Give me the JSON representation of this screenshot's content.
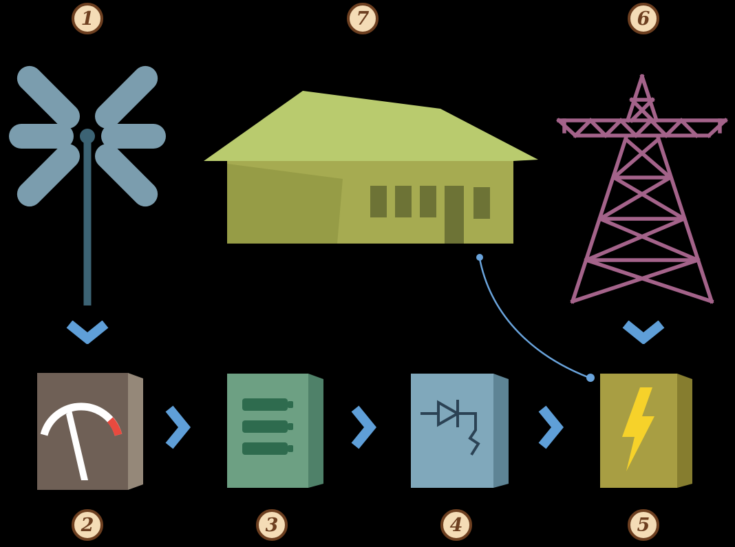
{
  "diagram": {
    "title": "wind energy home power system flow diagram",
    "badges": [
      {
        "id": "turbine",
        "label": "1"
      },
      {
        "id": "meter",
        "label": "2"
      },
      {
        "id": "battery",
        "label": "3"
      },
      {
        "id": "diode",
        "label": "4"
      },
      {
        "id": "power",
        "label": "5"
      },
      {
        "id": "tower",
        "label": "6"
      },
      {
        "id": "house",
        "label": "7"
      }
    ],
    "icons": [
      "wind-turbine-icon",
      "gauge-meter-icon",
      "battery-bank-icon",
      "diode-rectifier-icon",
      "lightning-power-icon",
      "transmission-tower-icon",
      "house-icon",
      "down-arrow-icon",
      "right-arrow-icon",
      "curved-connector-line"
    ],
    "colors": {
      "background": "#000000",
      "badge_fill": "#f4dcb6",
      "badge_border": "#6d3f20",
      "badge_text": "#6d3f20",
      "arrow": "#5f9fd8",
      "turbine_blade": "#7b9dae",
      "turbine_pole": "#3c6374",
      "house_roof": "#b9cb6e",
      "house_wall": "#a6ab51",
      "house_wall_shadow": "#969c46",
      "house_window": "#6d7336",
      "tower": "#a4638a",
      "meter_box": "#6f6056",
      "meter_box_side": "#958879",
      "gauge_arc": "#ffffff",
      "gauge_red": "#e84a3f",
      "battery_box": "#6da083",
      "battery_box_side": "#4f8169",
      "battery_cell": "#2e6b4e",
      "diode_box": "#80a8bb",
      "diode_box_side": "#5e8495",
      "diode_stroke": "#2b4254",
      "power_box": "#a89e43",
      "power_box_side": "#867d2f",
      "bolt": "#f6d22a"
    }
  }
}
